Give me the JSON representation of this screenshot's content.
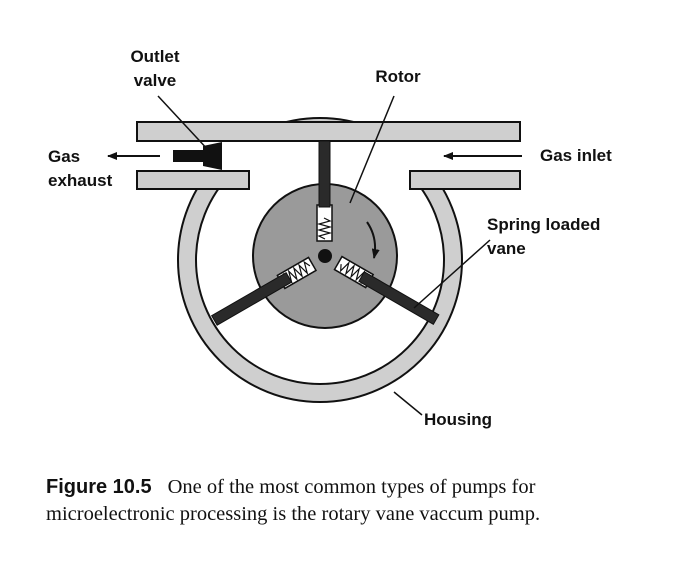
{
  "labels": {
    "outlet_valve_line1": "Outlet",
    "outlet_valve_line2": "valve",
    "rotor": "Rotor",
    "gas_exhaust_line1": "Gas",
    "gas_exhaust_line2": "exhaust",
    "gas_inlet": "Gas inlet",
    "spring_loaded_vane_line1": "Spring loaded",
    "spring_loaded_vane_line2": "vane",
    "housing": "Housing"
  },
  "caption": {
    "figure_number": "Figure 10.5",
    "text": "One of the most common types of pumps for microelectronic processing is the rotary vane vaccum pump."
  },
  "colors": {
    "housing_fill": "#cfcfcf",
    "rotor_fill": "#9a9a9a",
    "vane_fill": "#2a2a2a",
    "outline": "#111111"
  }
}
